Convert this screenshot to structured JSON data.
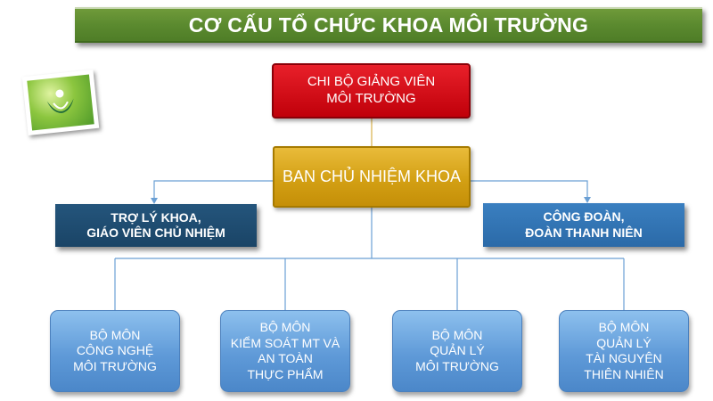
{
  "title": "CƠ CẤU TỔ CHỨC KHOA MÔI TRƯỜNG",
  "logo": {
    "icon": "environment-logo-icon"
  },
  "colors": {
    "title_bar": "#5b8a2f",
    "party_box": "#d0101a",
    "board_box": "#d8a41c",
    "assistant_box": "#1f4e76",
    "union_box": "#3176b8",
    "department_box": "#6aa5de",
    "connector": "#6a9fd4"
  },
  "nodes": {
    "party_cell": {
      "line1": "CHI BỘ GIẢNG VIÊN",
      "line2": "MÔI TRƯỜNG"
    },
    "board": {
      "line1": "BAN CHỦ NHIỆM KHOA"
    },
    "assistant": {
      "line1": "TRỢ LÝ KHOA,",
      "line2": "GIÁO VIÊN CHỦ NHIỆM"
    },
    "union": {
      "line1": "CÔNG ĐOÀN,",
      "line2": "ĐOÀN THANH NIÊN"
    }
  },
  "departments": [
    {
      "lines": [
        "BỘ MÔN",
        "CÔNG NGHỆ",
        "MÔI TRƯỜNG"
      ]
    },
    {
      "lines": [
        "BỘ MÔN",
        "KIỂM SOÁT MT VÀ",
        "AN TOÀN",
        "THỰC PHẨM"
      ]
    },
    {
      "lines": [
        "BỘ MÔN",
        "QUẢN LÝ",
        "MÔI TRƯỜNG"
      ]
    },
    {
      "lines": [
        "BỘ MÔN",
        "QUẢN LÝ",
        "TÀI NGUYÊN",
        "THIÊN NHIÊN"
      ]
    }
  ]
}
